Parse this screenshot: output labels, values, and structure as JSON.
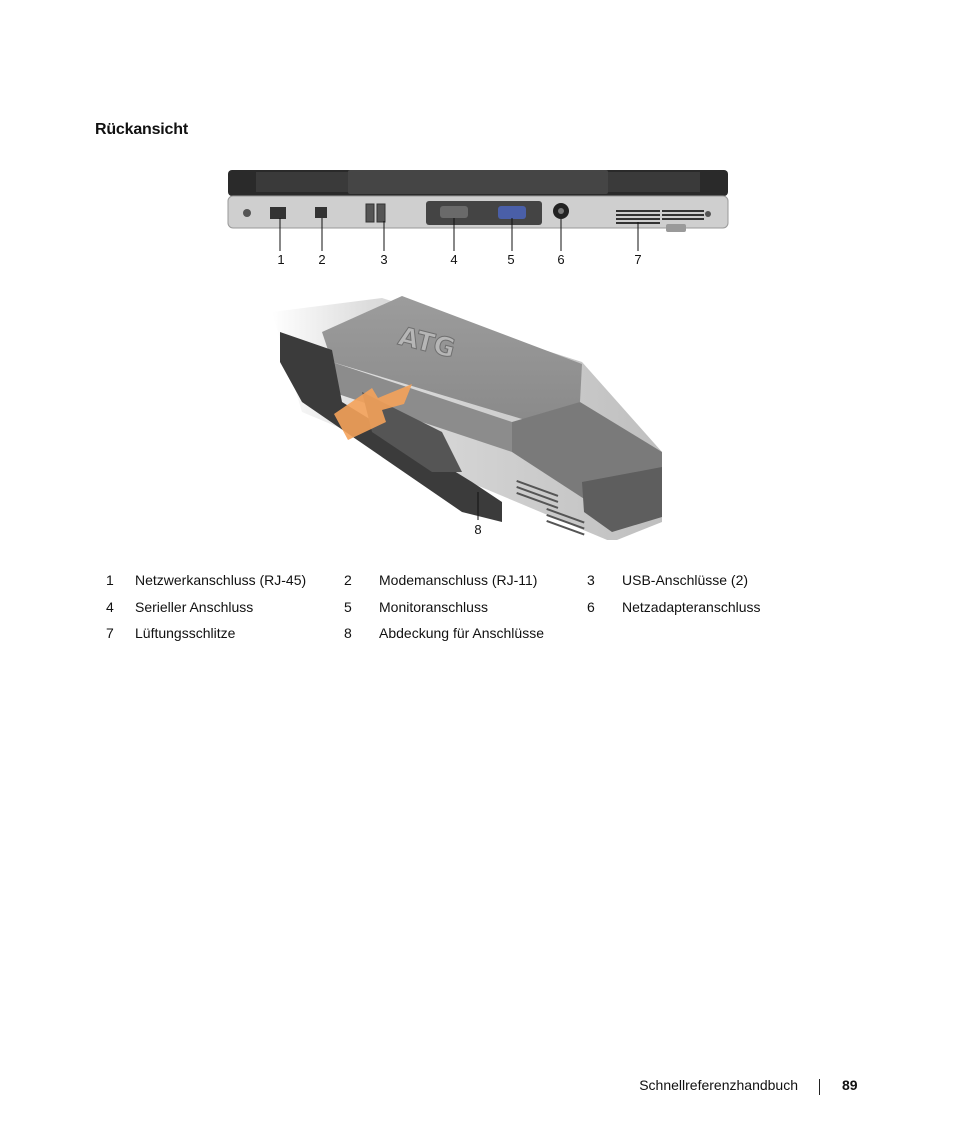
{
  "heading": "Rückansicht",
  "callouts_top": [
    "1",
    "2",
    "3",
    "4",
    "5",
    "6",
    "7"
  ],
  "callout_bottom": "8",
  "photo_text": "ATG",
  "legend": [
    [
      {
        "num": "1",
        "text": "Netzwerkanschluss (RJ-45)"
      },
      {
        "num": "2",
        "text": "Modemanschluss (RJ-11)"
      },
      {
        "num": "3",
        "text": "USB-Anschlüsse (2)"
      }
    ],
    [
      {
        "num": "4",
        "text": "Serieller Anschluss"
      },
      {
        "num": "5",
        "text": "Monitoranschluss"
      },
      {
        "num": "6",
        "text": "Netzadapteranschluss"
      }
    ],
    [
      {
        "num": "7",
        "text": "Lüftungsschlitze"
      },
      {
        "num": "8",
        "text": "Abdeckung für Anschlüsse"
      }
    ]
  ],
  "footer": {
    "title": "Schnellreferenzhandbuch",
    "page": "89"
  },
  "colors": {
    "laptop_body": "#cfcfcf",
    "laptop_dark": "#2a2a2a",
    "arrow": "#f4a25a"
  }
}
